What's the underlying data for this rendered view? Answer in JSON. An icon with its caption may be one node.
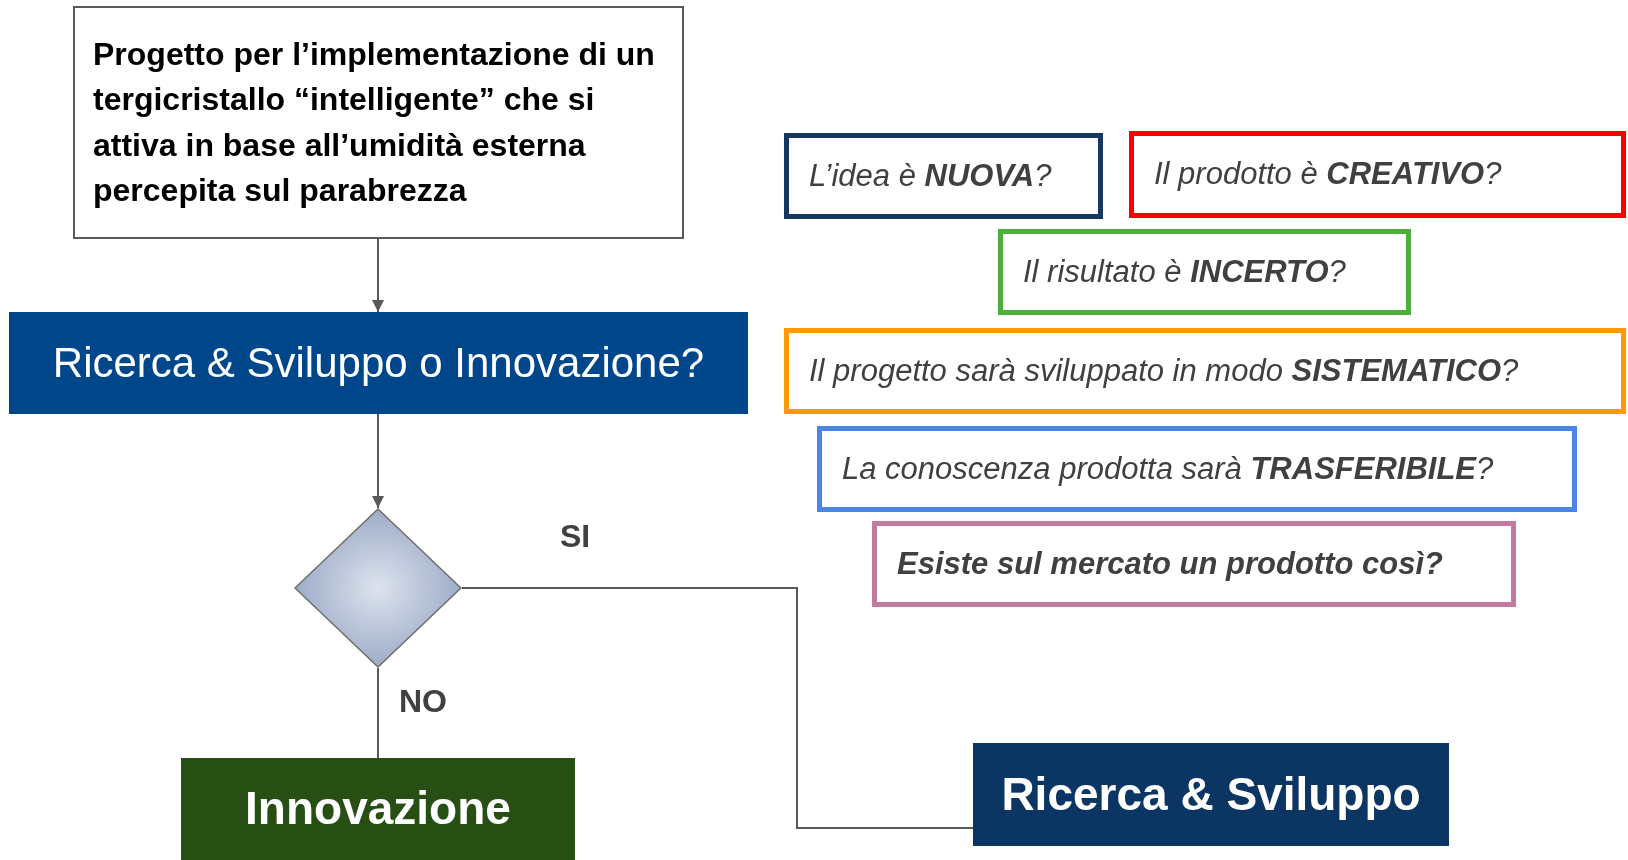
{
  "diagram": {
    "nodes": [
      {
        "text": [
          "Progetto per l’implementazione di un tergicristallo “intelligente” che si attiva in base all’umidità esterna percepita sul parabrezza"
        ]
      },
      {
        "text": [
          "Ricerca & Sviluppo o Innovazione?"
        ]
      },
      {
        "text": [
          "L’idea è **NUOVA**?"
        ]
      },
      {
        "text": [
          "Il prodotto è **CREATIVO**?"
        ]
      },
      {
        "text": [
          "Il risultato è **INCERTO**?"
        ]
      },
      {
        "text": [
          "Il progetto sarà sviluppato in modo **SISTEMATICO**?"
        ]
      },
      {
        "text": [
          "La conoscenza prodotta sarà **TRASFERIBILE**?"
        ]
      },
      {
        "text": [
          "Esiste sul mercato un prodotto così?"
        ]
      },
      {
        "text": [],
        "shape": "diamond"
      },
      {
        "text": [
          "Innovazione"
        ]
      },
      {
        "text": [
          "Ricerca & Sviluppo"
        ]
      }
    ],
    "edges": [
      {
        "from": 0,
        "to": 1,
        "arrow": "to"
      },
      {
        "from": 1,
        "to": 8,
        "arrow": "to"
      },
      {
        "from": 8,
        "to": 9,
        "arrow": "none",
        "label": "NO"
      },
      {
        "from": 8,
        "to": 10,
        "arrow": "none",
        "label": "SI"
      }
    ]
  }
}
